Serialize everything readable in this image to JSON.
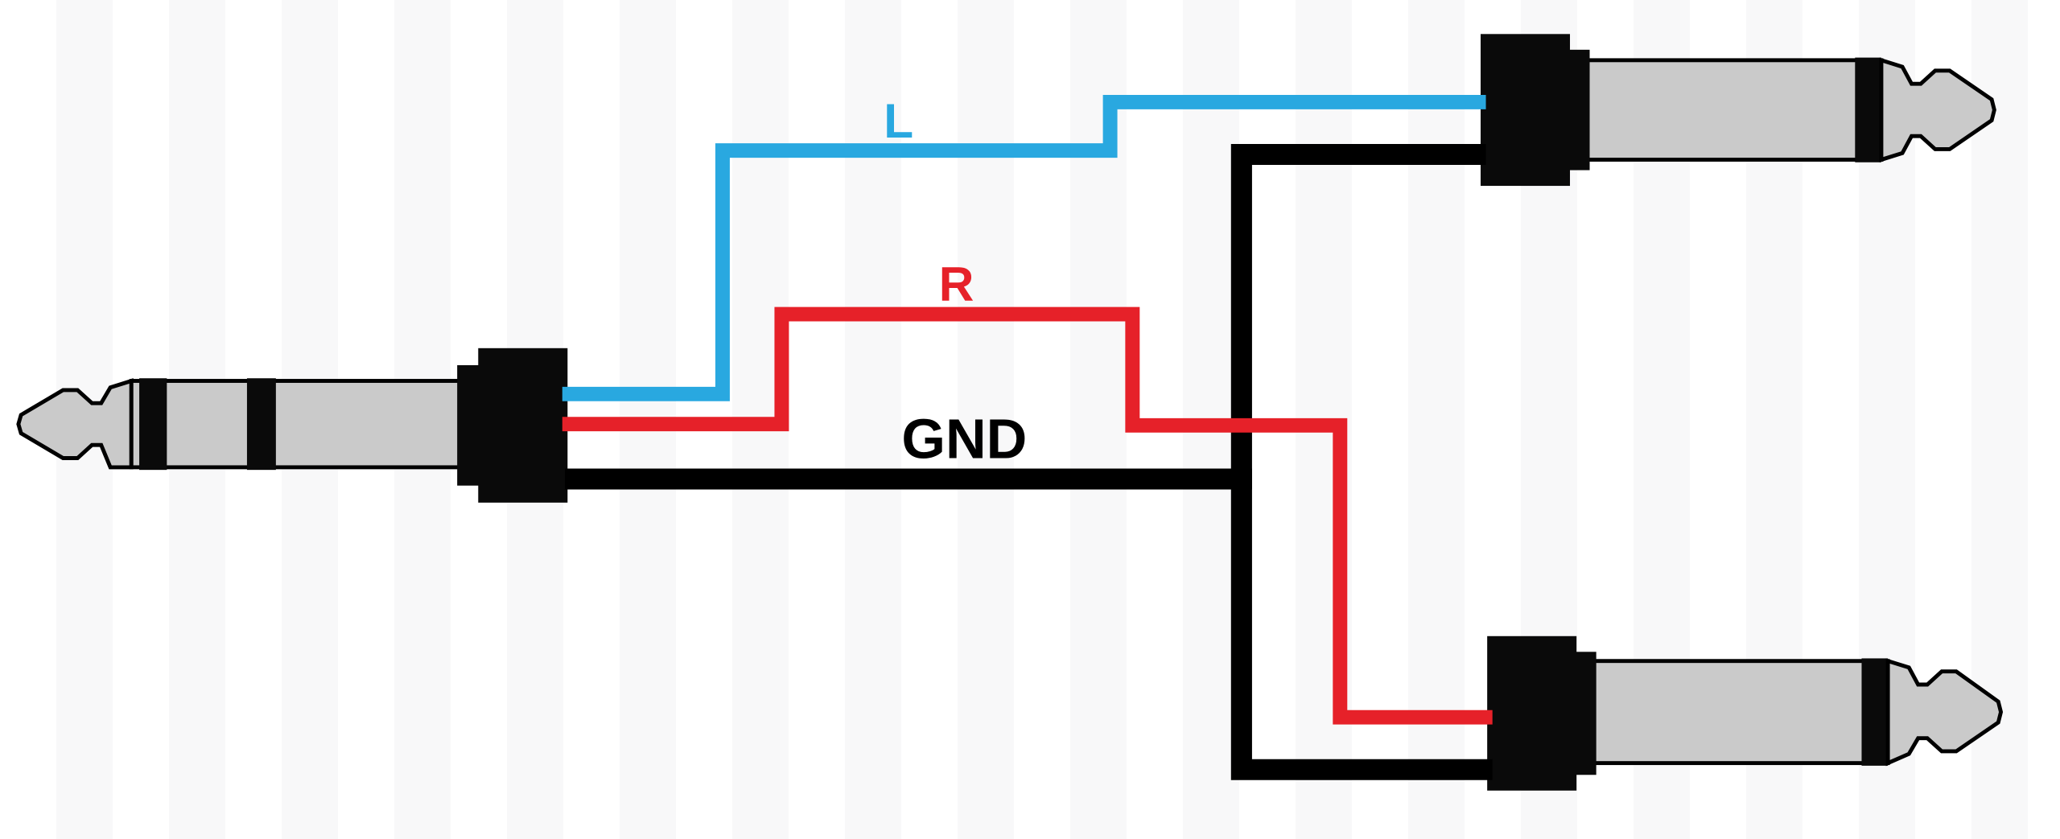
{
  "diagram": {
    "labels": {
      "left_channel": "L",
      "right_channel": "R",
      "ground": "GND"
    },
    "colors": {
      "left_wire": "#29A8E0",
      "right_wire": "#E62129",
      "ground_wire": "#000000",
      "connector_metal": "#CACACA",
      "connector_body": "#0A0A0A",
      "background": "#FFFFFF"
    }
  }
}
